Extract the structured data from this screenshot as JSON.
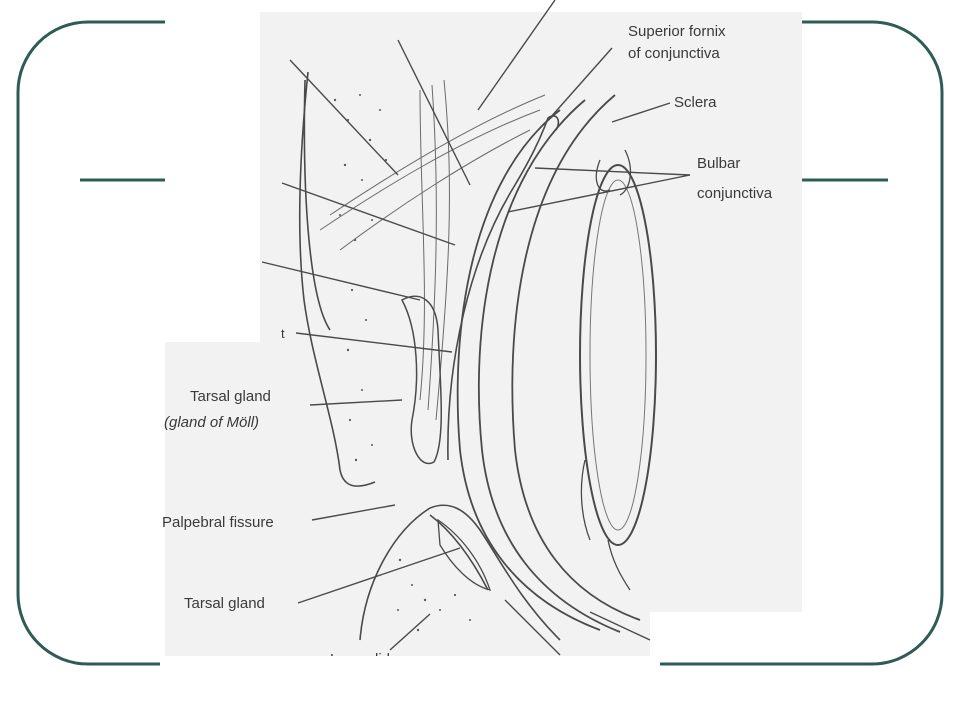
{
  "slide": {
    "frame_color": "#2e5b55",
    "paper_color": "#f2f2f2"
  },
  "diagram": {
    "labels": {
      "superior_fornix_line1": "Superior fornix",
      "superior_fornix_line2": "of conjunctiva",
      "sclera": "Sclera",
      "bulbar_line1": "Bulbar",
      "bulbar_line2": "conjunctiva",
      "tarsal_gland_upper_line1": "Tarsal gland",
      "tarsal_gland_upper_line2": "(gland of Möll)",
      "palpebral_fissure": "Palpebral fissure",
      "tarsal_gland_lower": "Tarsal gland",
      "lower_lid_partial": "Lower lid",
      "unlabeled_tick": "t"
    }
  }
}
